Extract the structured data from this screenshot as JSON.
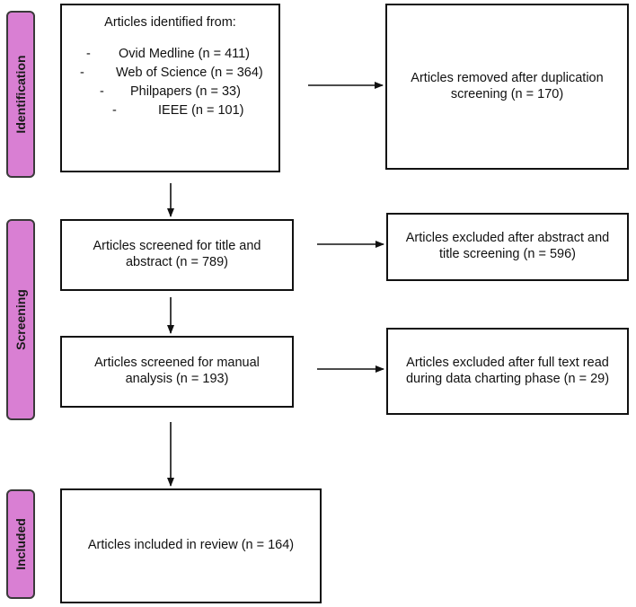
{
  "phases": {
    "identification": "Identification",
    "screening": "Screening",
    "included": "Included"
  },
  "identification": {
    "title": "Articles identified from:",
    "sources": [
      {
        "dash": "-",
        "label": "Ovid Medline (n = 411)"
      },
      {
        "dash": "-",
        "label": "Web of Science (n = 364)"
      },
      {
        "dash": "-",
        "label": "Philpapers (n = 33)"
      },
      {
        "dash": "-",
        "label": "IEEE (n = 101)"
      }
    ],
    "removed": "Articles removed after duplication screening (n = 170)"
  },
  "screening": {
    "title_abstract": "Articles screened for title and abstract (n = 789)",
    "excluded_abstract": "Articles excluded after abstract and title screening (n = 596)",
    "manual": "Articles screened for manual analysis (n =  193)",
    "excluded_fulltext": "Articles excluded after full text read during data charting phase (n = 29)"
  },
  "included": {
    "review": "Articles included in review (n = 164)"
  },
  "colors": {
    "phase_fill": "#d97fd3",
    "phase_border": "#3a3a3a",
    "box_border": "#111111",
    "arrow": "#111111"
  }
}
